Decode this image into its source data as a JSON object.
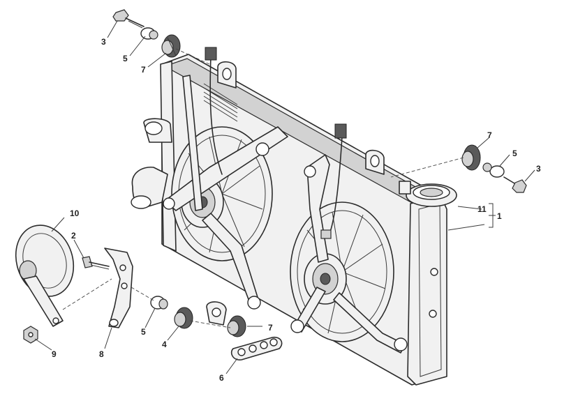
{
  "diagram": {
    "callouts": {
      "c1": "1",
      "c2": "2",
      "c3_top": "3",
      "c3_right": "3",
      "c4": "4",
      "c5_top": "5",
      "c5_right": "5",
      "c5_bottom": "5",
      "c6": "6",
      "c7_top": "7",
      "c7_right": "7",
      "c7_bottom": "7",
      "c8": "8",
      "c9": "9",
      "c10": "10",
      "c11": "11"
    }
  }
}
